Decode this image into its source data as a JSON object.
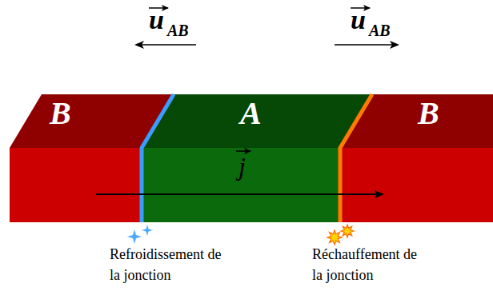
{
  "diagram": {
    "nodes": [
      {
        "text": [
          "B"
        ]
      },
      {
        "text": [
          "A"
        ]
      },
      {
        "text": [
          "B"
        ]
      }
    ],
    "labels": [
      "u",
      "AB",
      "u",
      "AB",
      "j",
      "Refroidissement de la jonction",
      "Réchauffement de la jonction"
    ]
  }
}
